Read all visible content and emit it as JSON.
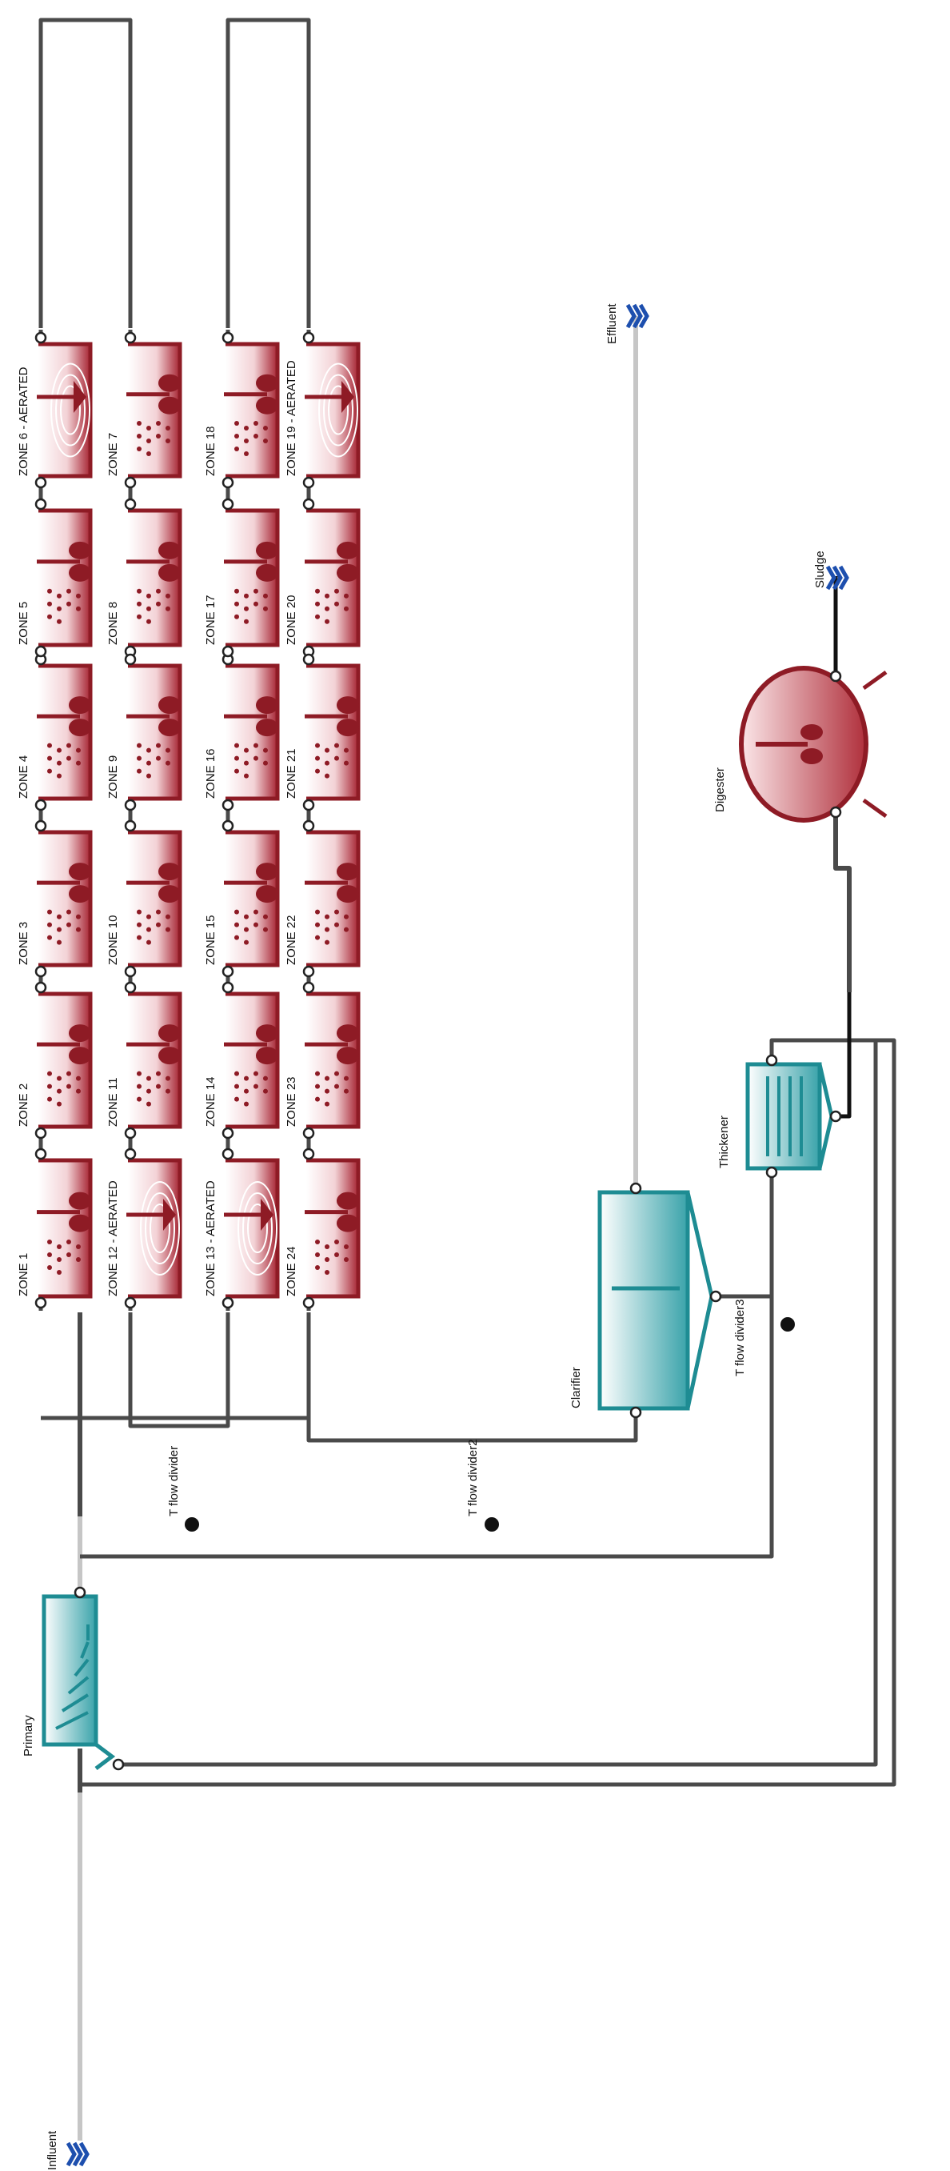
{
  "colors": {
    "tank": "#8e1b25",
    "tank_light": "#f6dde0",
    "process": "#1e8c93",
    "process_light": "#d7eef0",
    "pipe_main": "#4a4a4a",
    "pipe_light": "#c6c6c6",
    "sludge_line": "#111111",
    "stream_arrow": "#1d5bb5"
  },
  "influent": {
    "label": "Influent",
    "icon": "stream-chevron-icon"
  },
  "effluent": {
    "label": "Effluent",
    "icon": "stream-chevron-icon"
  },
  "sludge": {
    "label": "Sludge",
    "icon": "stream-chevron-icon"
  },
  "units": {
    "primary": {
      "label": "Primary",
      "icon": "primary-clarifier-icon"
    },
    "clarifier": {
      "label": "Clarifier",
      "icon": "secondary-clarifier-icon"
    },
    "thickener": {
      "label": "Thickener",
      "icon": "thickener-icon"
    },
    "digester": {
      "label": "Digester",
      "icon": "digester-icon"
    }
  },
  "dividers": {
    "t1": {
      "label": "T flow divider"
    },
    "t2": {
      "label": "T flow divider2"
    },
    "t3": {
      "label": "T flow divider3"
    }
  },
  "zones": [
    {
      "label": "ZONE 1",
      "type": "mixed"
    },
    {
      "label": "ZONE 2",
      "type": "mixed"
    },
    {
      "label": "ZONE 3",
      "type": "mixed"
    },
    {
      "label": "ZONE 4",
      "type": "mixed"
    },
    {
      "label": "ZONE 5",
      "type": "mixed"
    },
    {
      "label": "ZONE 6 - AERATED",
      "type": "aerated"
    },
    {
      "label": "ZONE 7",
      "type": "mixed"
    },
    {
      "label": "ZONE 8",
      "type": "mixed"
    },
    {
      "label": "ZONE 9",
      "type": "mixed"
    },
    {
      "label": "ZONE 10",
      "type": "mixed"
    },
    {
      "label": "ZONE 11",
      "type": "mixed"
    },
    {
      "label": "ZONE 12 - AERATED",
      "type": "aerated"
    },
    {
      "label": "ZONE 13 - AERATED",
      "type": "aerated"
    },
    {
      "label": "ZONE 14",
      "type": "mixed"
    },
    {
      "label": "ZONE 15",
      "type": "mixed"
    },
    {
      "label": "ZONE 16",
      "type": "mixed"
    },
    {
      "label": "ZONE 17",
      "type": "mixed"
    },
    {
      "label": "ZONE 18",
      "type": "mixed"
    },
    {
      "label": "ZONE 19 - AERATED",
      "type": "aerated"
    },
    {
      "label": "ZONE 20",
      "type": "mixed"
    },
    {
      "label": "ZONE 21",
      "type": "mixed"
    },
    {
      "label": "ZONE 22",
      "type": "mixed"
    },
    {
      "label": "ZONE 23",
      "type": "mixed"
    },
    {
      "label": "ZONE 24",
      "type": "mixed"
    }
  ]
}
